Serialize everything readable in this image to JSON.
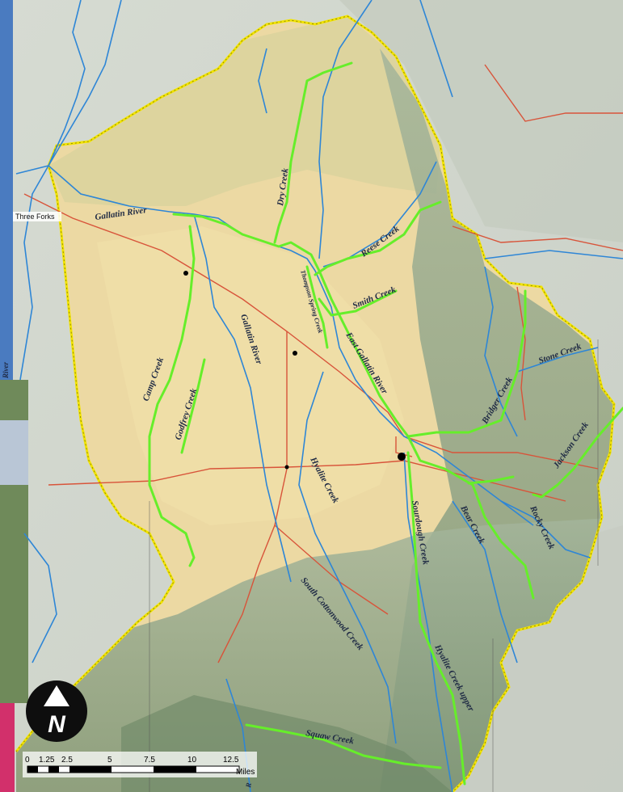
{
  "town": "Three Forks",
  "streams": {
    "gallatin_river_top": "Gallatin River",
    "dry_creek": "Dry Creek",
    "reese_creek": "Reese Creek",
    "smith_creek": "Smith Creek",
    "thompson_spring_creek": "Thompson Spring Creek",
    "east_gallatin_river": "East Gallatin River",
    "stone_creek": "Stone Creek",
    "bridger_creek": "Bridger Creek",
    "camp_creek": "Camp Creek",
    "godfrey_creek": "Godfrey Creek",
    "gallatin_river_mid": "Gallatin River",
    "hyalite_creek": "Hyalite Creek",
    "sourdough_creek": "Sourdough Creek",
    "bear_creek": "Bear Creek",
    "rocky_creek": "Rocky Creek",
    "jackson_creek": "Jackson Creek",
    "south_cottonwood_creek": "South Cottonwood Creek",
    "hyalite_creek_upper": "Hyalite Creek upper",
    "squaw_creek": "Squaw Creek",
    "river_left_edge": "River",
    "river_bottom_edge": "R"
  },
  "scalebar": {
    "ticks": [
      "0",
      "1.25",
      "2.5",
      "5",
      "7.5",
      "10",
      "12.5"
    ],
    "unit": "Miles"
  },
  "north_arrow": {
    "letter": "N"
  },
  "colors": {
    "watershed_boundary": "#f2e400",
    "monitored_stream": "#66ee2a",
    "river": "#2e86d6",
    "road": "#d8543a",
    "valley_floor": "#ecd9a3",
    "mountains": "#8fa488"
  }
}
